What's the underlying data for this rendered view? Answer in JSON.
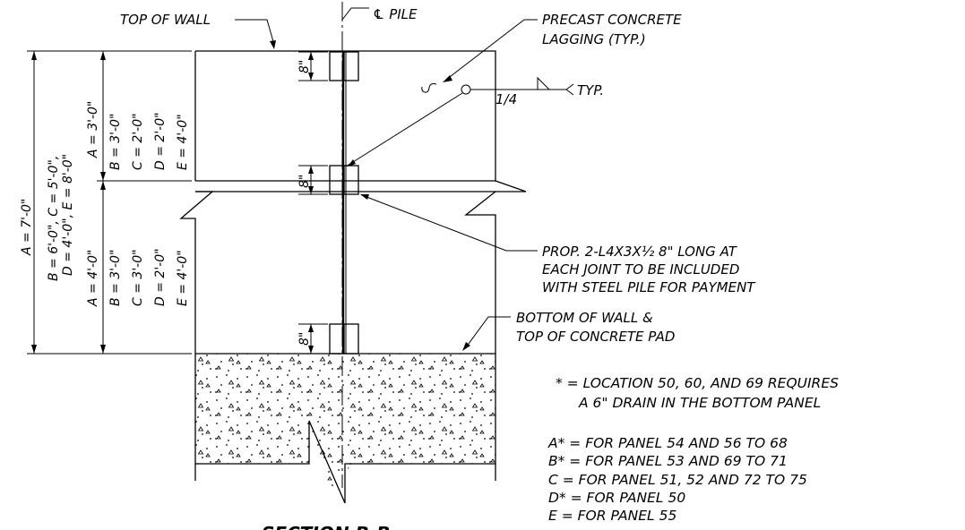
{
  "labels": {
    "top_of_wall": "TOP OF WALL",
    "pile_centerline": "℄ PILE",
    "lagging_line1": "PRECAST CONCRETE",
    "lagging_line2": "LAGGING (TYP.)",
    "weld_size": "1/4",
    "weld_typ": "TYP.",
    "angle_line1": "PROP. 2-L4X3X½ 8\" LONG AT",
    "angle_line2": "EACH JOINT TO BE INCLUDED",
    "angle_line3": "WITH STEEL PILE FOR PAYMENT",
    "bottom_line1": "BOTTOM OF WALL &",
    "bottom_line2": "TOP OF CONCRETE PAD",
    "section_title": "SECTION B-B"
  },
  "dimensions": {
    "overall_a": "A = 7'-0\"",
    "overall_b_line1": "B = 6'-0\", C = 5'-0\",",
    "overall_b_line2": "D = 4'-0\", E = 8'-0\"",
    "upper_a": "A = 3'-0\"",
    "upper_b": "B = 3'-0\"",
    "upper_c": "C = 2'-0\"",
    "upper_d": "D = 2'-0\"",
    "upper_e": "E = 4'-0\"",
    "lower_a": "A = 4'-0\"",
    "lower_b": "B = 3'-0\"",
    "lower_c": "C = 3'-0\"",
    "lower_d": "D = 2'-0\"",
    "lower_e": "E = 4'-0\"",
    "angle_len_top": "8\"",
    "angle_len_mid": "8\"",
    "angle_len_bot": "8\""
  },
  "notes": {
    "drain_line1": "* = LOCATION 50, 60, AND 69 REQUIRES",
    "drain_line2": "A 6\" DRAIN IN THE BOTTOM PANEL",
    "legend": [
      "A* = FOR PANEL 54 AND 56 TO 68",
      "B* = FOR PANEL 53 AND 69 TO 71",
      "C = FOR PANEL 51, 52 AND 72 TO 75",
      "D* = FOR PANEL 50",
      "E = FOR PANEL 55"
    ]
  }
}
